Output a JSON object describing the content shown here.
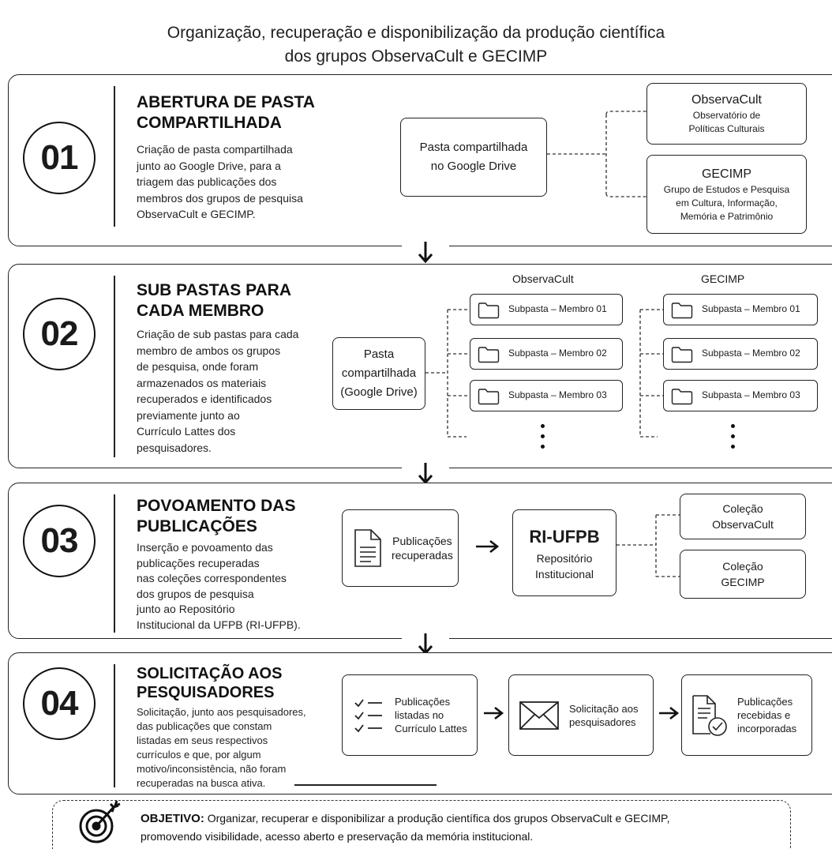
{
  "title": {
    "line1": "Organização, recuperação e disponibilização da produção científica",
    "line2": "dos grupos ObservaCult e GECIMP"
  },
  "steps": [
    {
      "number": "01",
      "title_lines": [
        "ABERTURA DE PASTA",
        "COMPARTILHADA"
      ],
      "text_lines": [
        "Criação de pasta compartilhada",
        "junto ao Google Drive, para a",
        "triagem das publicações dos",
        "membros dos grupos de pesquisa",
        "ObservaCult e GECIMP."
      ],
      "center_box": [
        "Pasta compartilhada",
        "no Google Drive"
      ],
      "groups": [
        {
          "name": "ObservaCult",
          "desc": [
            "Observatório de",
            "Políticas Culturais"
          ]
        },
        {
          "name": "GECIMP",
          "desc": [
            "Grupo de Estudos e Pesquisa",
            "em Cultura, Informação,",
            "Memória e Patrimônio"
          ]
        }
      ]
    },
    {
      "number": "02",
      "title_lines": [
        "SUB PASTAS PARA",
        "CADA MEMBRO"
      ],
      "text_lines": [
        "Criação de sub pastas para cada",
        "membro de ambos os grupos",
        "de pesquisa, onde foram",
        "armazenados os materiais",
        "recuperados e identificados",
        "previamente junto ao",
        "Currículo Lattes dos",
        "pesquisadores."
      ],
      "center_box": [
        "Pasta",
        "compartilhada",
        "(Google Drive)"
      ],
      "columns": [
        {
          "head": "ObservaCult",
          "items": [
            "Subpasta – Membro 01",
            "Subpasta – Membro 02",
            "Subpasta – Membro 03"
          ]
        },
        {
          "head": "GECIMP",
          "items": [
            "Subpasta – Membro 01",
            "Subpasta – Membro 02",
            "Subpasta – Membro 03"
          ]
        }
      ]
    },
    {
      "number": "03",
      "title_lines": [
        "POVOAMENTO DAS",
        "PUBLICAÇÕES"
      ],
      "text_lines": [
        "Inserção e povoamento das",
        "publicações recuperadas",
        "nas coleções correspondentes",
        "dos grupos de pesquisa",
        "junto ao Repositório",
        "Institucional da UFPB (RI-UFPB)."
      ],
      "pub_box": [
        "Publicações",
        "recuperadas"
      ],
      "ri_title": "RI-UFPB",
      "ri_sub": [
        "Repositório",
        "Institucional"
      ],
      "collections": [
        [
          "Coleção",
          "ObservaCult"
        ],
        [
          "Coleção",
          "GECIMP"
        ]
      ]
    },
    {
      "number": "04",
      "title_lines": [
        "SOLICITAÇÃO AOS",
        "PESQUISADORES"
      ],
      "text_lines": [
        "Solicitação, junto aos pesquisadores,",
        "das publicações que constam",
        "listadas em seus respectivos",
        "currículos e que, por algum",
        "motivo/inconsistência, não foram",
        "recuperadas na busca ativa."
      ],
      "flow": [
        [
          "Publicações",
          "listadas no",
          "Currículo Lattes"
        ],
        [
          "Solicitação aos",
          "pesquisadores"
        ],
        [
          "Publicações",
          "recebidas e",
          "incorporadas"
        ]
      ]
    }
  ],
  "objective": {
    "label": "OBJETIVO:",
    "line1": "Organizar, recuperar e disponibilizar a produção científica dos grupos ObservaCult e GECIMP,",
    "line2": "promovendo visibilidade, acesso aberto e preservação da memória institucional."
  },
  "icons": [
    "arrow-down-icon",
    "folder-icon",
    "document-icon",
    "checklist-icon",
    "envelope-icon",
    "document-check-icon",
    "target-icon",
    "arrow-right-icon"
  ]
}
